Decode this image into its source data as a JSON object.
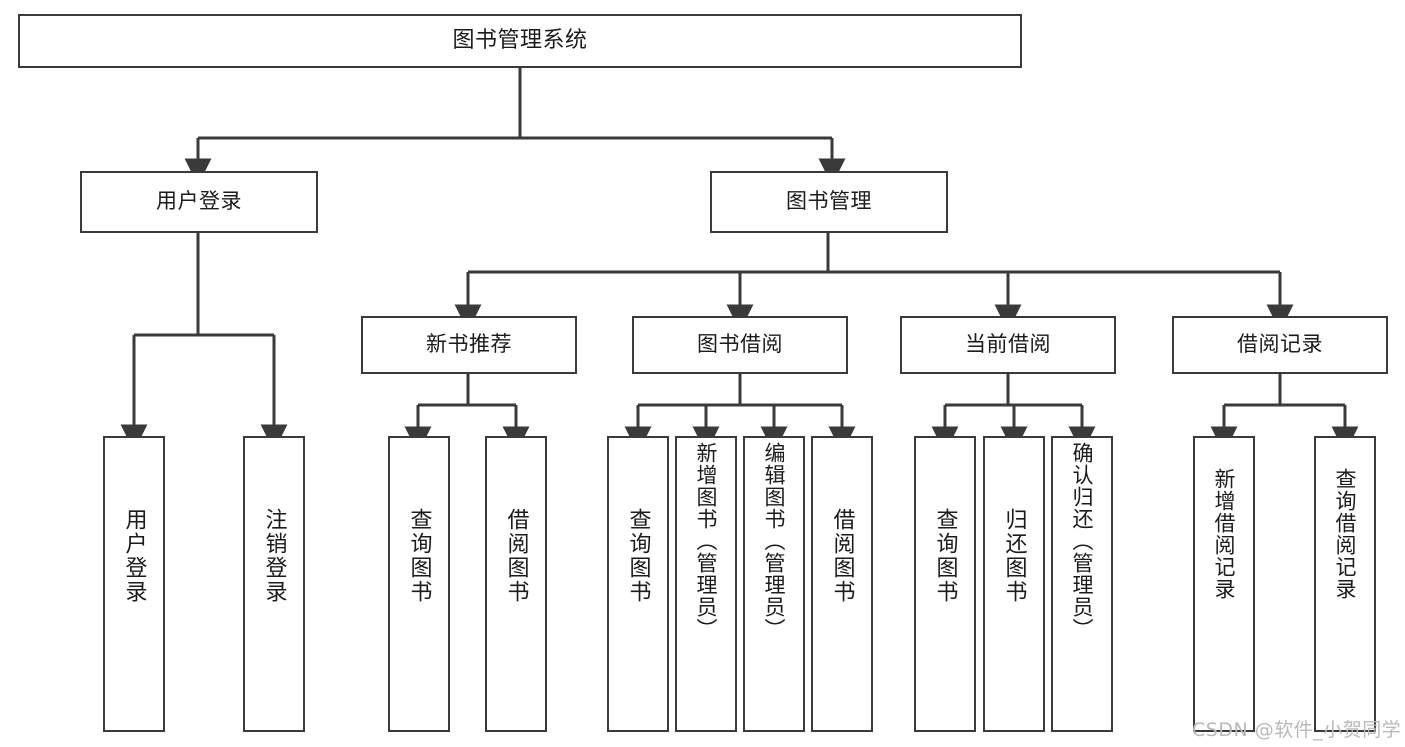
{
  "diagram": {
    "title": "图书管理系统",
    "type": "functional-structure-tree",
    "stroke_color": "#3a3a3a",
    "fill_color": "#ffffff",
    "text_color": "#1b1b1b",
    "levels": 4
  },
  "nodes": {
    "root": {
      "label": "图书管理系统"
    },
    "level2": [
      {
        "id": "user-login",
        "label": "用户登录"
      },
      {
        "id": "book-management",
        "label": "图书管理"
      }
    ],
    "level3": [
      {
        "id": "new-book-recommend",
        "label": "新书推荐"
      },
      {
        "id": "book-borrow",
        "label": "图书借阅"
      },
      {
        "id": "current-borrow",
        "label": "当前借阅"
      },
      {
        "id": "borrow-record",
        "label": "借阅记录"
      }
    ],
    "leaves": {
      "user_login": [
        {
          "id": "leaf-user-login",
          "label": "用户登录"
        },
        {
          "id": "leaf-logout-login",
          "label": "注销登录"
        }
      ],
      "new_book_recommend": [
        {
          "id": "leaf-query-book-1",
          "label": "查询图书"
        },
        {
          "id": "leaf-borrow-book-1",
          "label": "借阅图书"
        }
      ],
      "book_borrow": [
        {
          "id": "leaf-query-book-2",
          "label": "查询图书"
        },
        {
          "id": "leaf-add-book",
          "label": "新增图书（管理员）"
        },
        {
          "id": "leaf-edit-book",
          "label": "编辑图书（管理员）"
        },
        {
          "id": "leaf-borrow-book-2",
          "label": "借阅图书"
        }
      ],
      "current_borrow": [
        {
          "id": "leaf-query-book-3",
          "label": "查询图书"
        },
        {
          "id": "leaf-return-book",
          "label": "归还图书"
        },
        {
          "id": "leaf-confirm-return",
          "label": "确认归还（管理员）"
        }
      ],
      "borrow_record": [
        {
          "id": "leaf-add-borrow-record",
          "label": "新增借阅记录"
        },
        {
          "id": "leaf-query-borrow-record",
          "label": "查询借阅记录"
        }
      ]
    }
  },
  "watermark": {
    "text": "CSDN @软件_小贺同学"
  }
}
